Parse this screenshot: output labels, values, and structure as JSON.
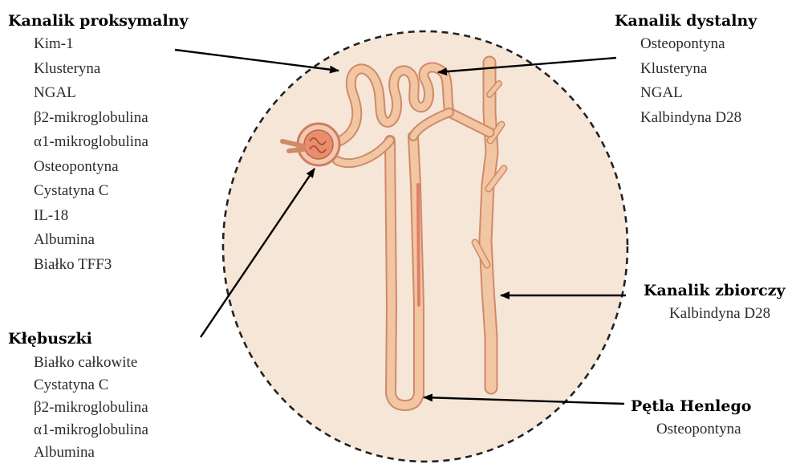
{
  "groups": {
    "proximal": {
      "title": "Kanalik proksymalny",
      "items": [
        "Kim-1",
        "Klusteryna",
        "NGAL",
        "β2-mikroglobulina",
        "α1-mikroglobulina",
        "Osteopontyna",
        "Cystatyna C",
        "IL-18",
        "Albumina",
        "Białko  TFF3"
      ]
    },
    "distal": {
      "title": "Kanalik dystalny",
      "items": [
        "Osteopontyna",
        "Klusteryna",
        "NGAL",
        "Kalbindyna D28"
      ]
    },
    "collecting": {
      "title": "Kanalik zbiorczy",
      "items": [
        "Kalbindyna D28"
      ]
    },
    "glomeruli": {
      "title": "Kłębuszki",
      "items": [
        "Białko  całkowite",
        "Cystatyna C",
        "β2-mikroglobulina",
        "α1-mikroglobulina",
        "Albumina"
      ]
    },
    "henle": {
      "title": "Pętla Henlego",
      "items": [
        "Osteopontyna"
      ]
    }
  },
  "colors": {
    "background_circle": "#f6e6d8",
    "tubule": "#f2c6a2",
    "tubule_outline": "#cf7d5e",
    "glomerulus": "#e98e6c",
    "arrow": "#000000"
  }
}
